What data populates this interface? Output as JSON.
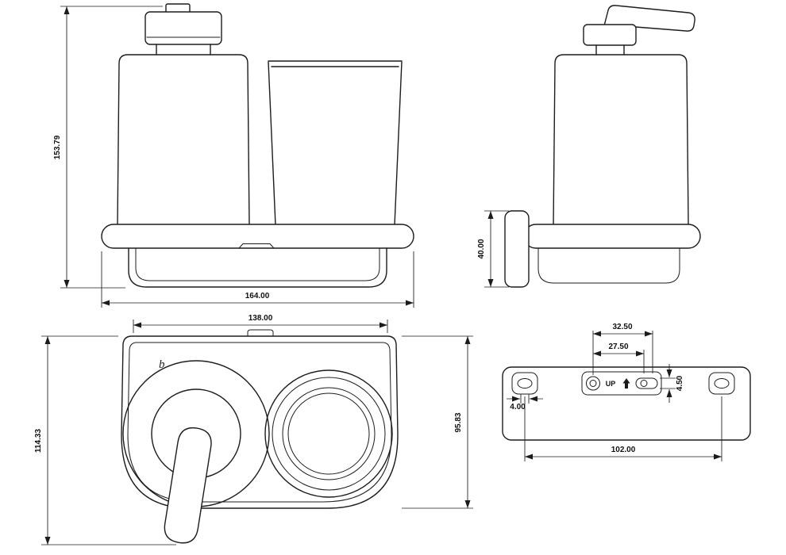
{
  "views": {
    "front": {
      "height": "153.79",
      "width": "164.00"
    },
    "side": {
      "bracket_height": "40.00"
    },
    "top": {
      "width": "138.00",
      "depth_total": "114.33",
      "depth_body": "95.83",
      "logo": "b"
    },
    "back": {
      "span_outer": "32.50",
      "span_inner": "27.50",
      "slot_height": "4.50",
      "slot_width": "4.00",
      "screw_spacing": "102.00",
      "up": "UP"
    }
  },
  "colors": {
    "line": "#1c1c1c",
    "background": "#ffffff"
  }
}
